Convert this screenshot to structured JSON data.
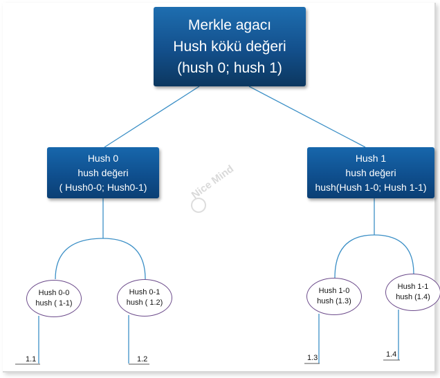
{
  "root": {
    "line1": "Merkle agacı",
    "line2": "Hush kökü değeri",
    "line3": "(hush 0; hush 1)"
  },
  "hush0": {
    "line1": "Hush 0",
    "line2": "hush değeri",
    "line3": "( Hush0-0; Hush0-1)"
  },
  "hush1": {
    "line1": "Hush 1",
    "line2": "hush değeri",
    "line3": "hush(Hush 1-0; Hush 1-1)"
  },
  "nodes": [
    {
      "line1": "Hush 0-0",
      "line2": "hush ( 1-1)"
    },
    {
      "line1": "Hush 0-1",
      "line2": "hush ( 1.2)"
    },
    {
      "line1": "Hush 1-0",
      "line2": "hush (1.3)"
    },
    {
      "line1": "Hush 1-1",
      "line2": "hush (1.4)"
    }
  ],
  "leaves": [
    "1.1",
    "1.2",
    "1.3",
    "1.4"
  ],
  "watermark": "Nice Mind",
  "colors": {
    "box_fill": "#0f4f8e",
    "line": "#3b8fc6",
    "ellipse_border": "#6b4a8a"
  }
}
